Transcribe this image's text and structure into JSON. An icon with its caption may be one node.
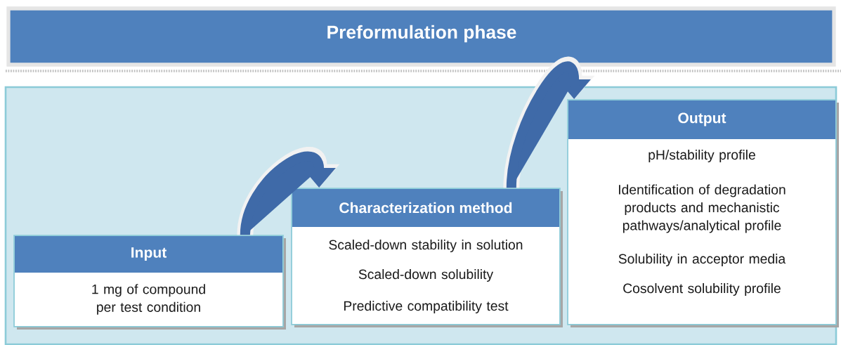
{
  "diagram": {
    "title": "Preformulation phase",
    "nodes": [
      {
        "text": [
          "Input",
          "1 mg of compound per test condition"
        ]
      },
      {
        "text": [
          "Characterization method",
          "Scaled-down stability in solution",
          "Scaled-down solubility",
          "Predictive compatibility test"
        ]
      },
      {
        "text": [
          "Output",
          "pH/stability profile",
          "Identification of degradation products and mechanistic pathways/analytical profile",
          "Solubility in acceptor media",
          "Cosolvent solubility profile"
        ]
      }
    ],
    "edges": [
      {
        "from": 0,
        "to": 1,
        "arrow": "to"
      },
      {
        "from": 1,
        "to": 2,
        "arrow": "to"
      }
    ]
  }
}
